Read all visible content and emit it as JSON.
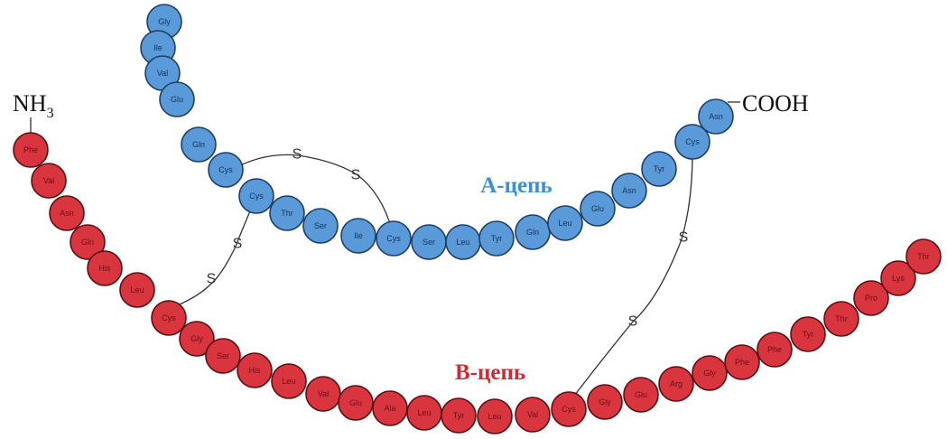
{
  "colors": {
    "a_chain": "#5b9ad8",
    "b_chain": "#d8353f",
    "a_label": "#3a8fd8",
    "b_label": "#d02a34"
  },
  "labels": {
    "nh3_main": "NH",
    "nh3_sub": "3",
    "cooh": "COOH",
    "a_chain": "А-цепь",
    "b_chain": "В-цепь",
    "s": "S"
  },
  "a_chain": [
    "Gly",
    "Ile",
    "Val",
    "Glu",
    "Gln",
    "Cys",
    "Cys",
    "Thr",
    "Ser",
    "Ile",
    "Cys",
    "Ser",
    "Leu",
    "Tyr",
    "Gln",
    "Leu",
    "Glu",
    "Asn",
    "Tyr",
    "Cys",
    "Asn"
  ],
  "b_chain": [
    "Phe",
    "Val",
    "Asn",
    "Gln",
    "His",
    "Leu",
    "Cys",
    "Gly",
    "Ser",
    "His",
    "Leu",
    "Val",
    "Glu",
    "Ala",
    "Leu",
    "Tyr",
    "Leu",
    "Val",
    "Cys",
    "Gly",
    "Glu",
    "Arg",
    "Gly",
    "Phe",
    "Phe",
    "Tyr",
    "Thr",
    "Pro",
    "Lys",
    "Thr"
  ]
}
